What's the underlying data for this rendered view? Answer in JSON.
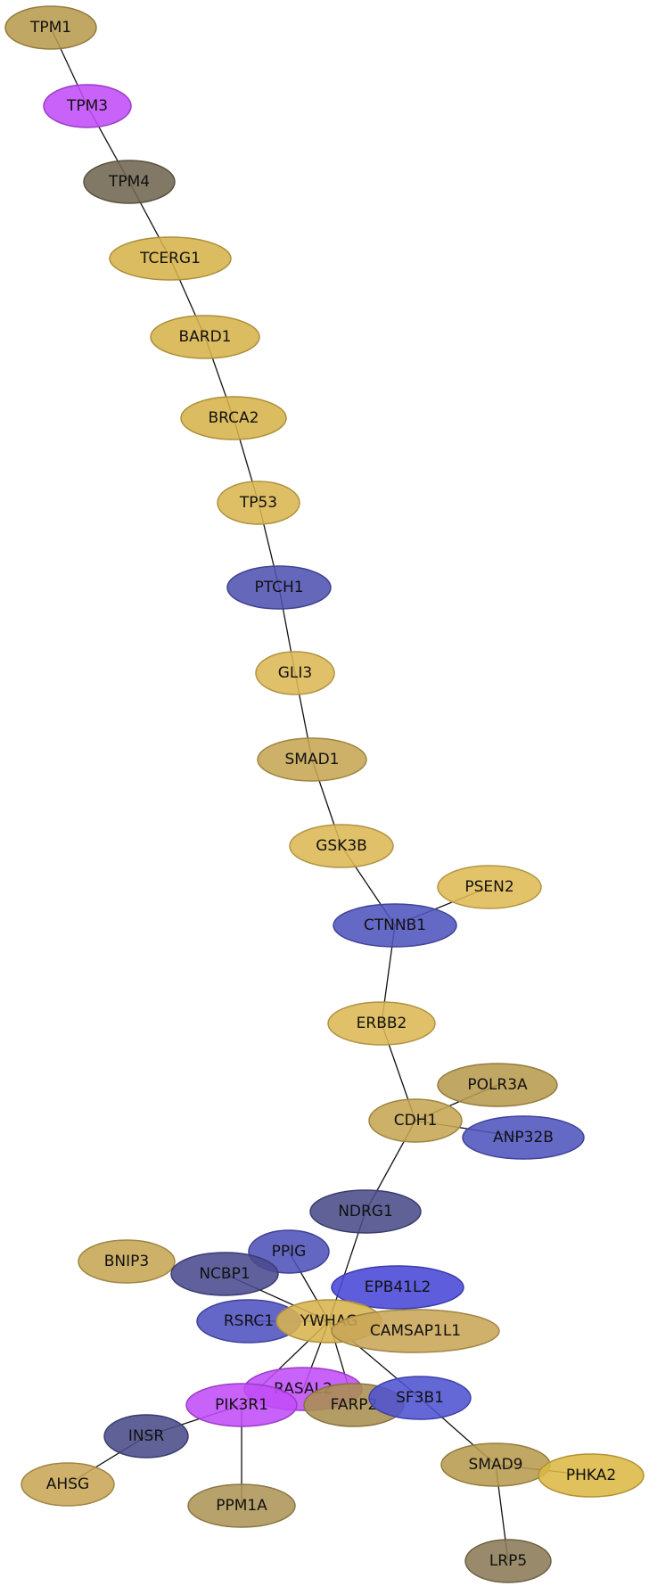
{
  "nodes": [
    {
      "id": "TPM1",
      "label": "TPM1",
      "color": "#b89b4e"
    },
    {
      "id": "TPM3",
      "label": "TPM3",
      "color": "#c04cf7"
    },
    {
      "id": "TPM4",
      "label": "TPM4",
      "color": "#6f6650"
    },
    {
      "id": "TCERG1",
      "label": "TCERG1",
      "color": "#d7b34a"
    },
    {
      "id": "BARD1",
      "label": "BARD1",
      "color": "#d7b34a"
    },
    {
      "id": "BRCA2",
      "label": "BRCA2",
      "color": "#d7b34a"
    },
    {
      "id": "TP53",
      "label": "TP53",
      "color": "#d9b650"
    },
    {
      "id": "PTCH1",
      "label": "PTCH1",
      "color": "#4f52b0"
    },
    {
      "id": "GLI3",
      "label": "GLI3",
      "color": "#dcb854"
    },
    {
      "id": "SMAD1",
      "label": "SMAD1",
      "color": "#c6a653"
    },
    {
      "id": "GSK3B",
      "label": "GSK3B",
      "color": "#dcb854"
    },
    {
      "id": "PSEN2",
      "label": "PSEN2",
      "color": "#dfbb55"
    },
    {
      "id": "CTNNB1",
      "label": "CTNNB1",
      "color": "#5054be"
    },
    {
      "id": "ERBB2",
      "label": "ERBB2",
      "color": "#dcb854"
    },
    {
      "id": "POLR3A",
      "label": "POLR3A",
      "color": "#b89b4e"
    },
    {
      "id": "CDH1",
      "label": "CDH1",
      "color": "#c6a653"
    },
    {
      "id": "ANP32B",
      "label": "ANP32B",
      "color": "#5054be"
    },
    {
      "id": "NDRG1",
      "label": "NDRG1",
      "color": "#4a4b88"
    },
    {
      "id": "PPIG",
      "label": "PPIG",
      "color": "#4f52b8"
    },
    {
      "id": "BNIP3",
      "label": "BNIP3",
      "color": "#c6a653"
    },
    {
      "id": "NCBP1",
      "label": "NCBP1",
      "color": "#4a4b8e"
    },
    {
      "id": "EPB41L2",
      "label": "EPB41L2",
      "color": "#4848d8"
    },
    {
      "id": "RSRC1",
      "label": "RSRC1",
      "color": "#4f52c0"
    },
    {
      "id": "YWHAG",
      "label": "YWHAG",
      "color": "#d8b44e"
    },
    {
      "id": "CAMSAP1L1",
      "label": "CAMSAP1L1",
      "color": "#c9a656"
    },
    {
      "id": "RASAL2",
      "label": "RASAL2",
      "color": "#c04cf7"
    },
    {
      "id": "PIK3R1",
      "label": "PIK3R1",
      "color": "#c04cf7"
    },
    {
      "id": "FARP2",
      "label": "FARP2",
      "color": "#a8904e"
    },
    {
      "id": "SF3B1",
      "label": "SF3B1",
      "color": "#4f52d0"
    },
    {
      "id": "INSR",
      "label": "INSR",
      "color": "#4a4b88"
    },
    {
      "id": "AHSG",
      "label": "AHSG",
      "color": "#c9a656"
    },
    {
      "id": "PPM1A",
      "label": "PPM1A",
      "color": "#ad9556"
    },
    {
      "id": "SMAD9",
      "label": "SMAD9",
      "color": "#b89b4e"
    },
    {
      "id": "PHKA2",
      "label": "PHKA2",
      "color": "#dcb844"
    },
    {
      "id": "LRP5",
      "label": "LRP5",
      "color": "#8a7a56"
    }
  ],
  "edges": [
    [
      "TPM1",
      "TPM3"
    ],
    [
      "TPM3",
      "TPM4"
    ],
    [
      "TPM4",
      "TCERG1"
    ],
    [
      "TCERG1",
      "BARD1"
    ],
    [
      "BARD1",
      "BRCA2"
    ],
    [
      "BRCA2",
      "TP53"
    ],
    [
      "TP53",
      "PTCH1"
    ],
    [
      "PTCH1",
      "GLI3"
    ],
    [
      "GLI3",
      "SMAD1"
    ],
    [
      "SMAD1",
      "GSK3B"
    ],
    [
      "GSK3B",
      "CTNNB1"
    ],
    [
      "PSEN2",
      "CTNNB1"
    ],
    [
      "CTNNB1",
      "ERBB2"
    ],
    [
      "ERBB2",
      "CDH1"
    ],
    [
      "POLR3A",
      "CDH1"
    ],
    [
      "CDH1",
      "ANP32B"
    ],
    [
      "CDH1",
      "NDRG1"
    ],
    [
      "NDRG1",
      "YWHAG"
    ],
    [
      "PPIG",
      "YWHAG"
    ],
    [
      "NCBP1",
      "YWHAG"
    ],
    [
      "RSRC1",
      "YWHAG"
    ],
    [
      "YWHAG",
      "RASAL2"
    ],
    [
      "YWHAG",
      "PIK3R1"
    ],
    [
      "YWHAG",
      "FARP2"
    ],
    [
      "YWHAG",
      "SF3B1"
    ],
    [
      "PIK3R1",
      "INSR"
    ],
    [
      "INSR",
      "AHSG"
    ],
    [
      "PIK3R1",
      "PPM1A"
    ],
    [
      "SF3B1",
      "SMAD9"
    ],
    [
      "SMAD9",
      "PHKA2"
    ],
    [
      "SMAD9",
      "LRP5"
    ]
  ]
}
